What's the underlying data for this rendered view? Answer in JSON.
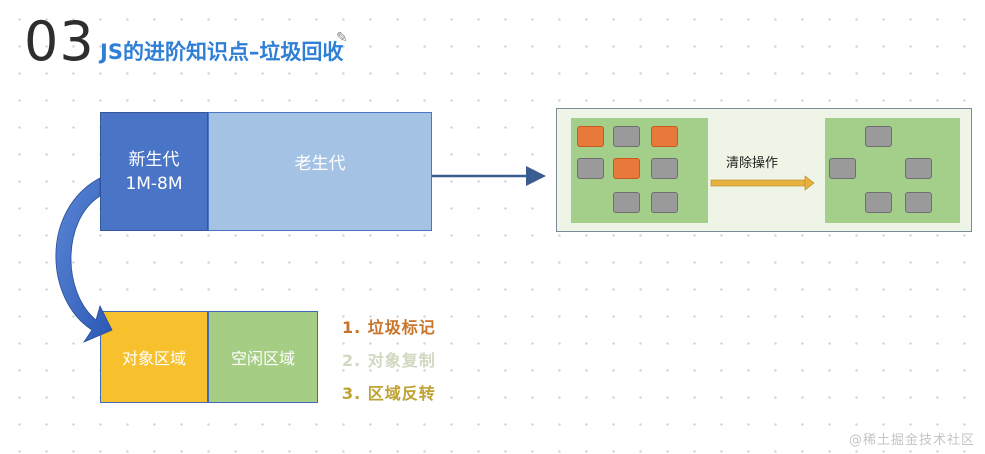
{
  "header": {
    "section_number": "03",
    "title": "JS的进阶知识点–垃圾回收"
  },
  "memory": {
    "new_generation_label": "新生代",
    "new_generation_size": "1M-8M",
    "old_generation_label": "老生代"
  },
  "new_space": {
    "object_area": "对象区域",
    "free_area": "空闲区域"
  },
  "cleanup": {
    "label": "清除操作"
  },
  "steps": [
    {
      "text": "1. 垃圾标记"
    },
    {
      "text": "2. 对象复制"
    },
    {
      "text": "3. 区域反转"
    }
  ],
  "watermark": "@稀土掘金技术社区"
}
